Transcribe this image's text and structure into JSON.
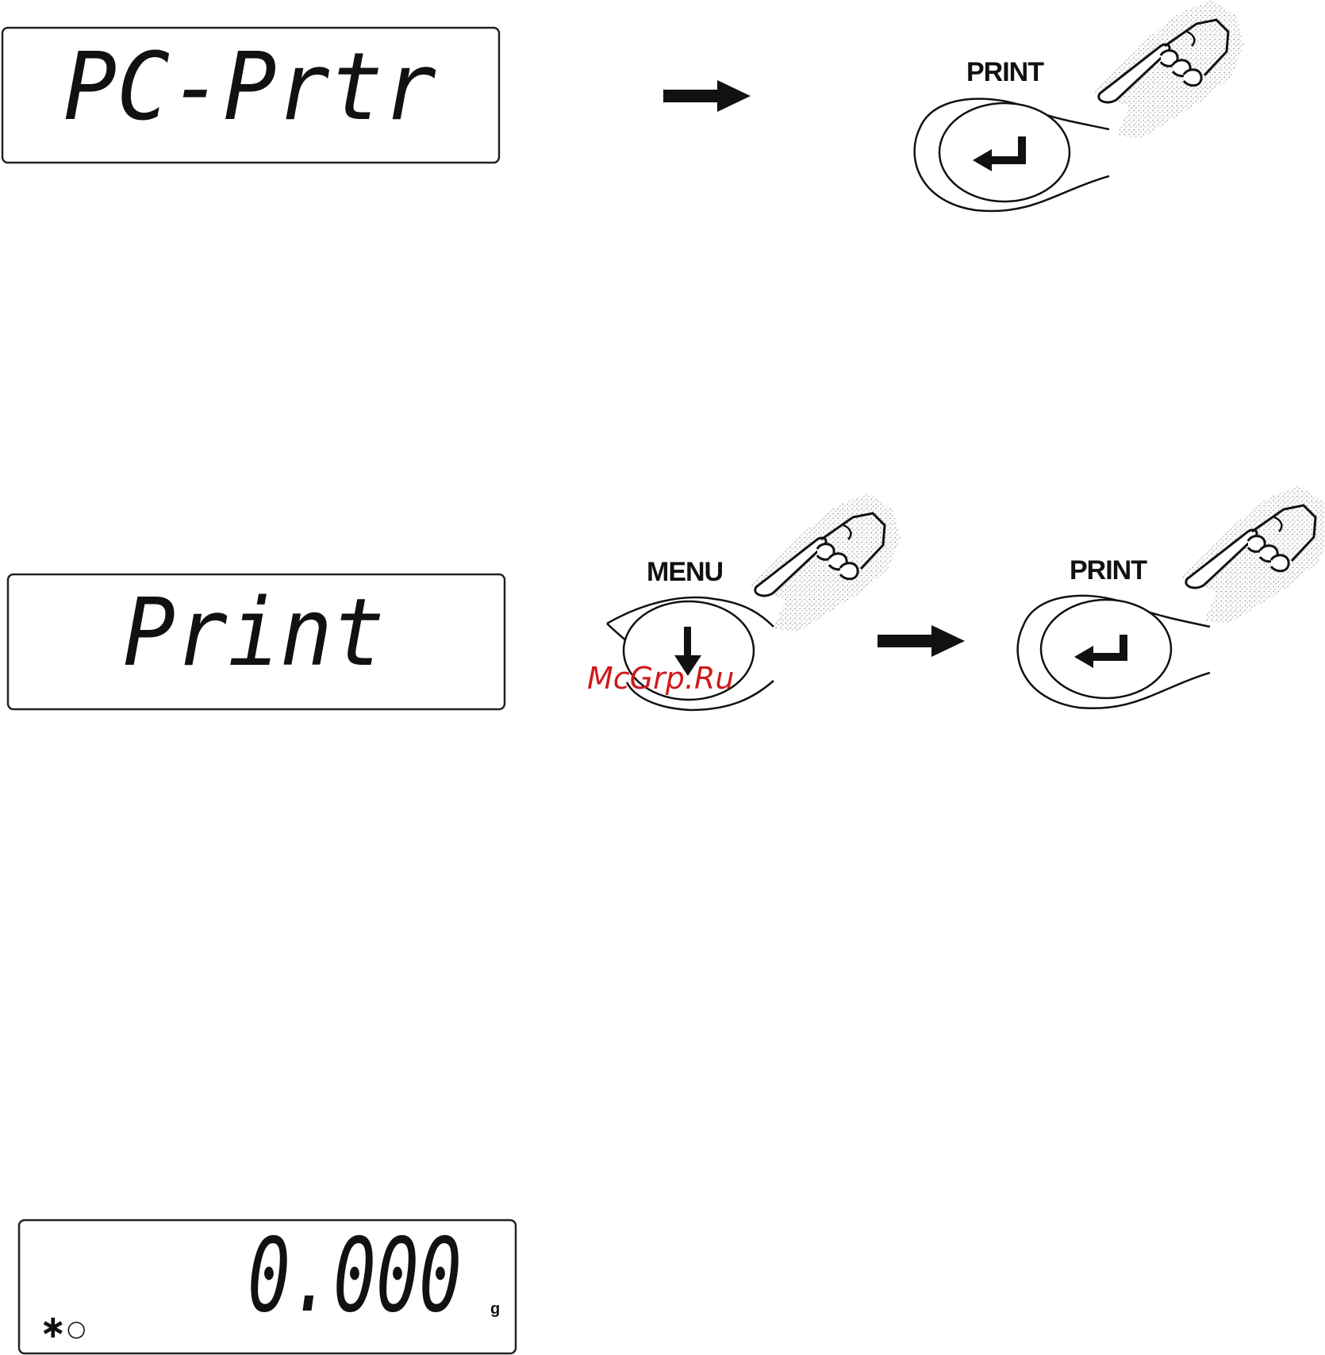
{
  "step1": {
    "display_text": "PC-Prtr",
    "key_label": "PRINT"
  },
  "step2": {
    "display_text": "Print",
    "key1_label": "MENU",
    "key2_label": "PRINT"
  },
  "step3": {
    "display_text": "0.000",
    "unit": "g",
    "indicator_star": "∗",
    "indicator_circle": "○"
  },
  "watermark": "McGrp.Ru",
  "icons": [
    "right-arrow-icon",
    "enter-icon",
    "down-arrow-icon",
    "pointing-hand-icon"
  ]
}
